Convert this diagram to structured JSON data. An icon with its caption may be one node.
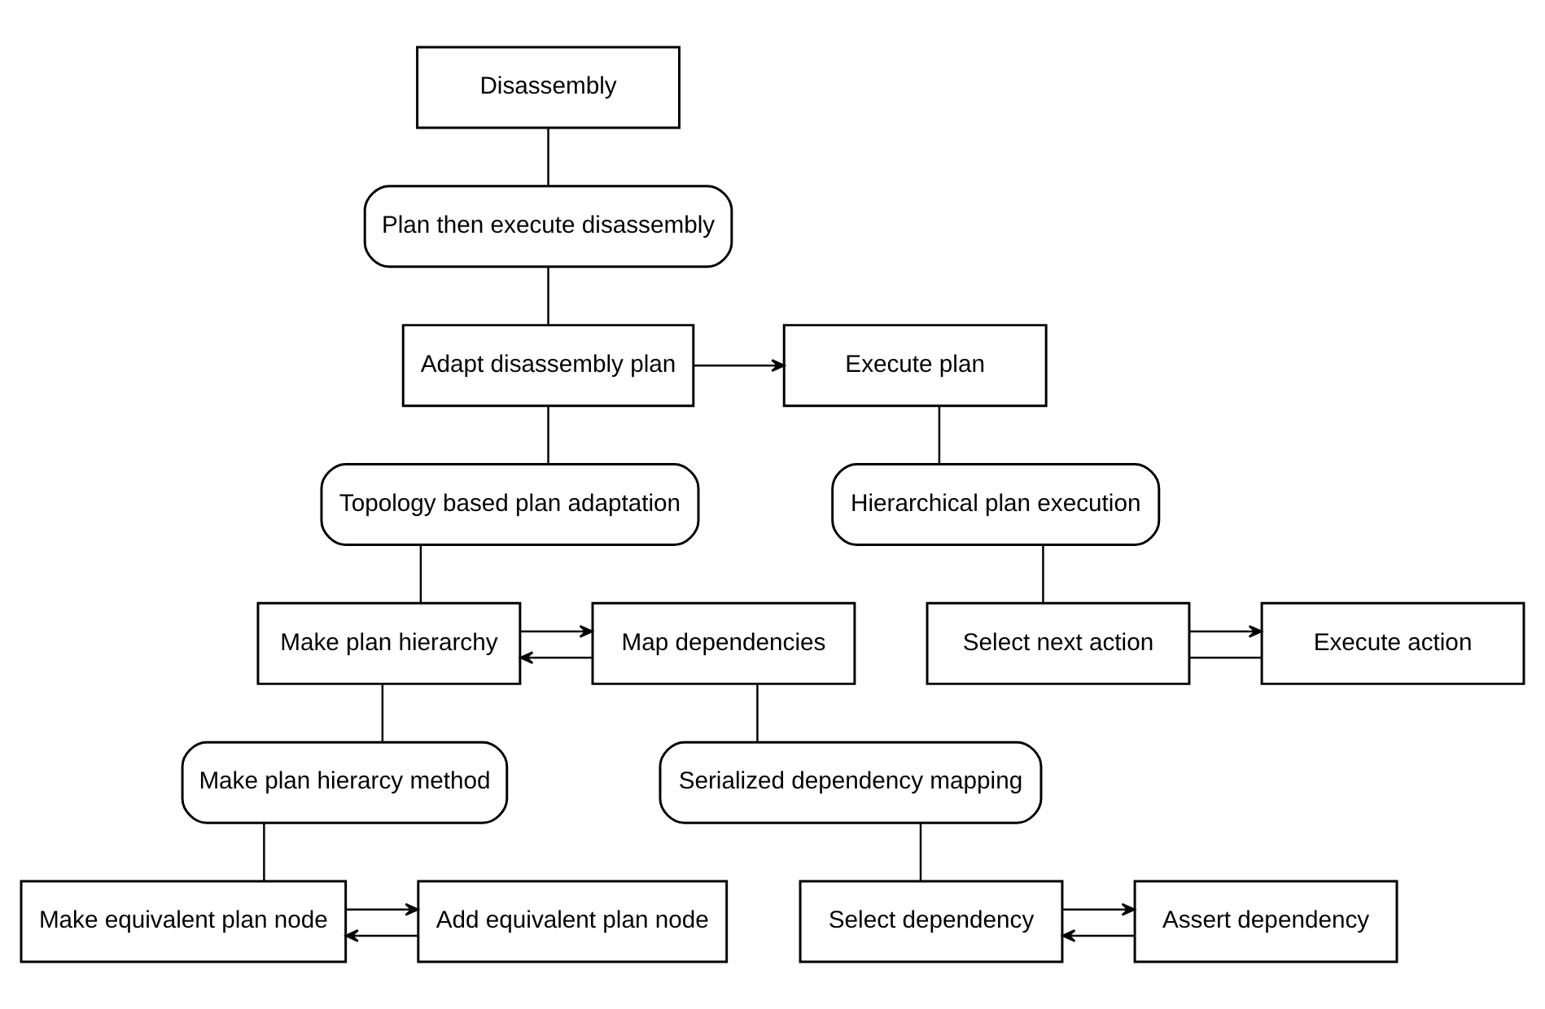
{
  "diagram": {
    "nodes": [
      {
        "text": [
          "Disassembly"
        ]
      },
      {
        "text": [
          "Plan then execute disassembly"
        ]
      },
      {
        "text": [
          "Adapt disassembly plan"
        ]
      },
      {
        "text": [
          "Execute plan"
        ]
      },
      {
        "text": [
          "Topology based plan adaptation"
        ]
      },
      {
        "text": [
          "Make plan hierarchy"
        ]
      },
      {
        "text": [
          "Map dependencies"
        ]
      },
      {
        "text": [
          "Hierarchical plan execution"
        ]
      },
      {
        "text": [
          "Select next action"
        ]
      },
      {
        "text": [
          "Execute action"
        ]
      },
      {
        "text": [
          "Make plan hierarcy method"
        ]
      },
      {
        "text": [
          "Serialized dependency mapping"
        ]
      },
      {
        "text": [
          "Select dependency"
        ]
      },
      {
        "text": [
          "Assert dependency"
        ]
      },
      {
        "text": [
          "Make equivalent plan node"
        ]
      },
      {
        "text": [
          "Add equivalent plan node"
        ]
      }
    ],
    "edges": [
      {
        "from": 0,
        "to": 1,
        "arrow": "none"
      },
      {
        "from": 1,
        "to": 2,
        "arrow": "none"
      },
      {
        "from": 2,
        "to": 3,
        "arrow": "to"
      },
      {
        "from": 2,
        "to": 4,
        "arrow": "none"
      },
      {
        "from": 4,
        "to": 5,
        "arrow": "none"
      },
      {
        "from": 5,
        "to": 6,
        "arrow": "to"
      },
      {
        "from": 6,
        "to": 5,
        "arrow": "to"
      },
      {
        "from": 3,
        "to": 7,
        "arrow": "none"
      },
      {
        "from": 7,
        "to": 8,
        "arrow": "none"
      },
      {
        "from": 8,
        "to": 9,
        "arrow": "to"
      },
      {
        "from": 9,
        "to": 8,
        "arrow": "none"
      },
      {
        "from": 5,
        "to": 10,
        "arrow": "none"
      },
      {
        "from": 6,
        "to": 11,
        "arrow": "none"
      },
      {
        "from": 11,
        "to": 12,
        "arrow": "none"
      },
      {
        "from": 12,
        "to": 13,
        "arrow": "to"
      },
      {
        "from": 13,
        "to": 12,
        "arrow": "to"
      },
      {
        "from": 10,
        "to": 14,
        "arrow": "none"
      },
      {
        "from": 14,
        "to": 15,
        "arrow": "to"
      },
      {
        "from": 15,
        "to": 14,
        "arrow": "to"
      }
    ]
  }
}
